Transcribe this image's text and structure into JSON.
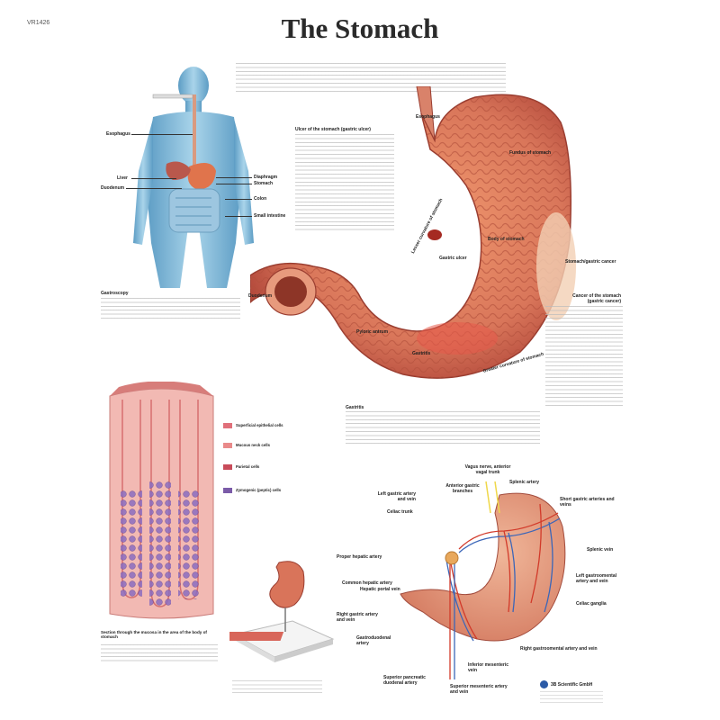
{
  "poster": {
    "code": "VR1426",
    "title": "The Stomach"
  },
  "body_figure": {
    "labels": {
      "esophagus": "Esophagus",
      "liver": "Liver",
      "duodenum": "Duodenum",
      "diaphragm": "Diaphragm",
      "stomach": "Stomach",
      "colon": "Colon",
      "small_intestine": "Small intestine"
    }
  },
  "main_stomach": {
    "labels": {
      "esophagus": "Esophagus",
      "fundus": "Fundus of stomach",
      "body": "Body of stomach",
      "lesser_curvature": "Lesser curvature of stomach",
      "gastric_ulcer": "Gastric ulcer",
      "duodenum": "Duodenum",
      "pyloric_antrum": "Pyloric antrum",
      "gastritis": "Gastritis",
      "greater_curvature": "Greater curvature of stomach",
      "stomach_cancer": "Stomach/gastric cancer"
    }
  },
  "sections": {
    "ulcer_heading": "Ulcer of the stomach (gastric ulcer)",
    "gastroscopy_heading": "Gastroscopy",
    "cancer_heading": "Cancer of the stomach (gastric cancer)",
    "gastritis_heading": "Gastritis",
    "mucosa_caption": "Section through the mucosa in the area of the body of stomach"
  },
  "mucosa_legend": [
    {
      "label": "Superficial epithelial cells",
      "color": "#e0707a"
    },
    {
      "label": "Mucous neck cells",
      "color": "#e98a8a"
    },
    {
      "label": "Parietal cells",
      "color": "#c84b5a"
    },
    {
      "label": "Zymogenic (peptic) cells",
      "color": "#7b5ba8"
    }
  ],
  "vessels": {
    "labels": {
      "vagus": "Vagus nerve, anterior vagal trunk",
      "anterior_gastric": "Anterior gastric branches",
      "splenic_artery": "Splenic artery",
      "short_gastric": "Short gastric arteries and veins",
      "left_gastric": "Left gastric artery and vein",
      "celiac": "Celiac trunk",
      "splenic_vein": "Splenic vein",
      "proper_hepatic": "Proper hepatic artery",
      "common_hepatic": "Common hepatic artery",
      "portal_vein": "Hepatic portal vein",
      "left_gastroomental": "Left gastroomental artery and vein",
      "celiac_ganglia": "Celiac ganglia",
      "right_gastric": "Right gastric artery and vein",
      "gastroduodenal": "Gastroduodenal artery",
      "right_gastroomental": "Right gastroomental artery and vein",
      "inferior_mesenteric": "Inferior mesenteric vein",
      "sup_pancreatic": "Superior pancreatic duodenal artery",
      "sup_mesenteric": "Superior mesenteric artery and vein"
    }
  },
  "colors": {
    "skin": "#7fb7d6",
    "stomach_outer": "#d9876a",
    "stomach_inner": "#e98e68",
    "mucosa": "#f1b3b0",
    "artery": "#d23a2a",
    "vein": "#3b66b8"
  },
  "footer": {
    "logo": "3B Scientific GmbH"
  }
}
